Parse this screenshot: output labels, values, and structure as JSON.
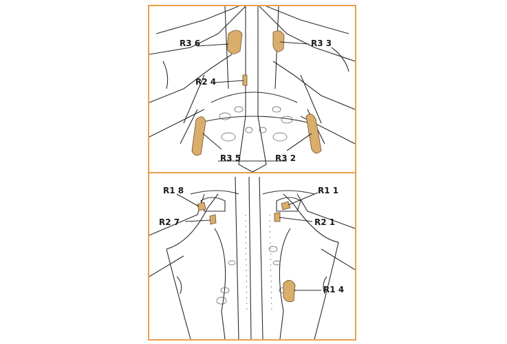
{
  "colors": {
    "frame": "#e8a04b",
    "part": "#d9ad6b"
  },
  "top_panel": {
    "labels": {
      "r3_6": "R3 6",
      "r3_3": "R3 3",
      "r2_4": "R2 4",
      "r3_5": "R3 5",
      "r3_2": "R3 2"
    }
  },
  "bottom_panel": {
    "labels": {
      "r1_8": "R1 8",
      "r1_1": "R1 1",
      "r2_7": "R2 7",
      "r2_1": "R2 1",
      "r1_4": "R1 4"
    }
  }
}
